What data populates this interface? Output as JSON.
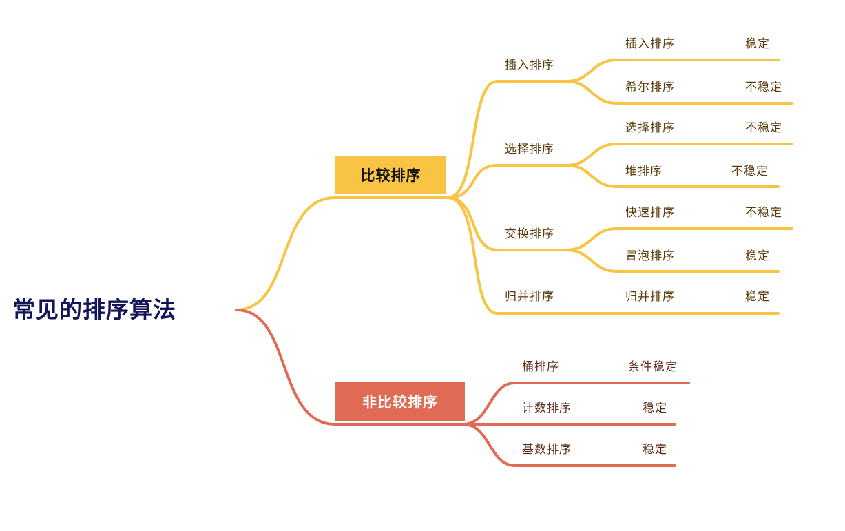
{
  "root": {
    "label": "常见的排序算法"
  },
  "comparison": {
    "label": "比较排序",
    "color": "#f9c443",
    "groups": [
      {
        "label": "插入排序",
        "items": [
          {
            "name": "插入排序",
            "stability": "稳定"
          },
          {
            "name": "希尔排序",
            "stability": "不稳定"
          }
        ]
      },
      {
        "label": "选择排序",
        "items": [
          {
            "name": "选择排序",
            "stability": "不稳定"
          },
          {
            "name": "堆排序",
            "stability": "不稳定"
          }
        ]
      },
      {
        "label": "交换排序",
        "items": [
          {
            "name": "快速排序",
            "stability": "不稳定"
          },
          {
            "name": "冒泡排序",
            "stability": "稳定"
          }
        ]
      },
      {
        "label": "归并排序",
        "items": [
          {
            "name": "归并排序",
            "stability": "稳定"
          }
        ]
      }
    ]
  },
  "non_comparison": {
    "label": "非比较排序",
    "color": "#e06b55",
    "items": [
      {
        "name": "桶排序",
        "stability": "条件稳定"
      },
      {
        "name": "计数排序",
        "stability": "稳定"
      },
      {
        "name": "基数排序",
        "stability": "稳定"
      }
    ]
  }
}
